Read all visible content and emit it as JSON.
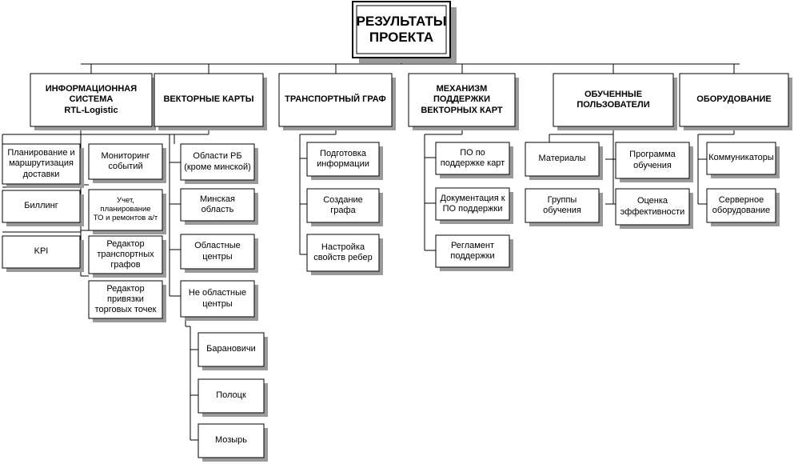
{
  "root": "РЕЗУЛЬТАТЫ\nПРОЕКТА",
  "categories": [
    {
      "title": "ИНФОРМАЦИОННАЯ\nСИСТЕМА\nRTL-Logistic",
      "left_items": [
        "Планирование и\nмаршрутизация\nдоставки",
        "Биллинг",
        "KPI"
      ],
      "right_items": [
        "Мониторинг\nсобытий",
        "Учет,\nпланирование\nТО и ремонтов а/т",
        "Редактор\nтранспортных\nграфов",
        "Редактор\nпривязки\nторговых точек"
      ]
    },
    {
      "title": "ВЕКТОРНЫЕ КАРТЫ",
      "items": [
        "Области РБ\n(кроме минской)",
        "Минская область",
        "Областные\nцентры",
        "Не областные\nцентры"
      ],
      "sub_items": [
        "Барановичи",
        "Полоцк",
        "Мозырь"
      ]
    },
    {
      "title": "ТРАНСПОРТНЫЙ ГРАФ",
      "items": [
        "Подготовка\nинформации",
        "Создание графа",
        "Настройка\nсвойств ребер"
      ]
    },
    {
      "title": "МЕХАНИЗМ\nПОДДЕРЖКИ\nВЕКТОРНЫХ КАРТ",
      "items": [
        "ПО по\nподдержке карт",
        "Документация к\nПО поддержки",
        "Регламент\nподдержки"
      ]
    },
    {
      "title": "ОБУЧЕННЫЕ\nПОЛЬЗОВАТЕЛИ",
      "left_items": [
        "Материалы",
        "Группы обучения"
      ],
      "right_items": [
        "Программа\nобучения",
        "Оценка\nэффективности"
      ]
    },
    {
      "title": "ОБОРУДОВАНИЕ",
      "items": [
        "Коммуникаторы",
        "Серверное\nоборудование"
      ]
    }
  ]
}
